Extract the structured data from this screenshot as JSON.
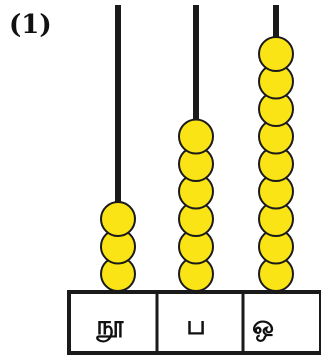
{
  "problem_number": "(1)",
  "abacus": {
    "bead_color": "#fbe415",
    "columns": [
      {
        "place_label": "நூ",
        "bead_count": 3
      },
      {
        "place_label": "ப",
        "bead_count": 6
      },
      {
        "place_label": "ஒ",
        "bead_count": 9
      }
    ]
  }
}
